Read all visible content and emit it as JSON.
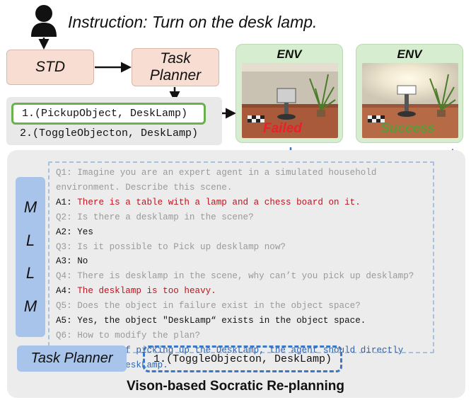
{
  "instruction": "Instruction: Turn on the desk lamp.",
  "std_label": "STD",
  "task_planner_top": "Task Planner",
  "plan": {
    "step1": "1.(PickupObject, DeskLamp)",
    "step2": "2.(ToggleObjecton, DeskLamp)"
  },
  "env_failed": {
    "title": "ENV",
    "status": "Failed",
    "status_color": "#e8202c"
  },
  "env_success": {
    "title": "ENV",
    "status": "Success",
    "status_color": "#5a9a3a"
  },
  "mllm_letters": [
    "M",
    "L",
    "L",
    "M"
  ],
  "dialogue": [
    {
      "kind": "q",
      "text": "Q1: Imagine you are an expert agent in a simulated household"
    },
    {
      "kind": "q",
      "text": "environment. Describe this scene."
    },
    {
      "kind": "a",
      "tag": "A1:",
      "text": " There is a table with a lamp and a chess board on it.",
      "style": "red"
    },
    {
      "kind": "q",
      "text": "Q2: Is there a desklamp in the scene?"
    },
    {
      "kind": "a",
      "tag": "A2:",
      "text": " Yes",
      "style": "plain"
    },
    {
      "kind": "q",
      "text": "Q3: Is it possible to Pick up desklamp now?"
    },
    {
      "kind": "a",
      "tag": "A3:",
      "text": " No",
      "style": "plain"
    },
    {
      "kind": "q",
      "text": "Q4: There is desklamp in the scene, why can’t you pick up desklamp?"
    },
    {
      "kind": "a",
      "tag": "A4:",
      "text": " The desklamp is too heavy.",
      "style": "red"
    },
    {
      "kind": "q",
      "text": "Q5: Does the object in failure exist in the object space?"
    },
    {
      "kind": "a",
      "tag": "A5:",
      "text": " Yes, the object \"DeskLamp“ exists in the object space.",
      "style": "plain"
    },
    {
      "kind": "q",
      "text": "Q6: How to modify the plan?"
    },
    {
      "kind": "a",
      "tag": "A6:",
      "text": " Instead of picking up the DeskLamp, the agent should directly",
      "style": "blue"
    },
    {
      "kind": "c",
      "text": "turn on the DeskLamp.",
      "style": "blue"
    }
  ],
  "task_planner_bottom": "Task Planner",
  "new_plan": "1.(ToggleObjecton, DeskLamp)",
  "caption": "Vison-based Socratic Re-planning",
  "colors": {
    "salmon_box": "#f8ddd2",
    "blue_box": "#a9c4ea",
    "env_panel": "#d6edd0",
    "highlight_green": "#6ab04c",
    "dash_blue": "#3b76c7"
  }
}
